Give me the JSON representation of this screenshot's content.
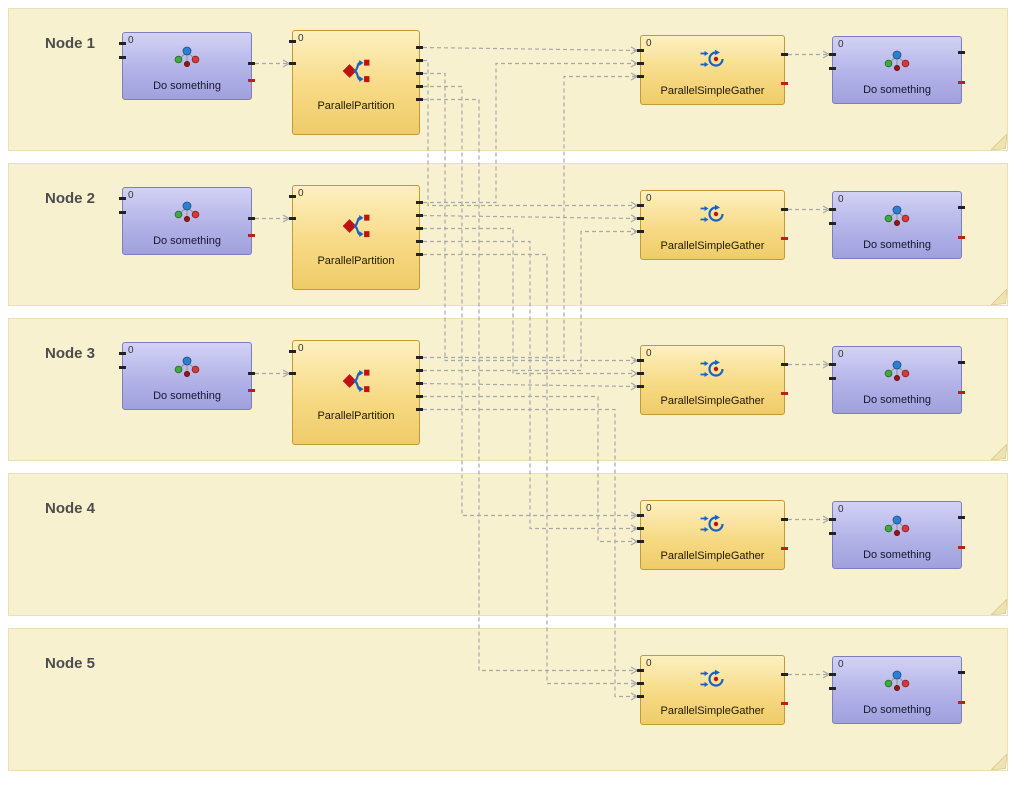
{
  "lanes": [
    {
      "label": "Node 1"
    },
    {
      "label": "Node 2"
    },
    {
      "label": "Node 3"
    },
    {
      "label": "Node 4"
    },
    {
      "label": "Node 5"
    }
  ],
  "blocks": [
    {
      "id": "src0",
      "type": "do-something",
      "label": "Do something",
      "count": "0"
    },
    {
      "id": "part0",
      "type": "parallel-partition",
      "label": "ParallelPartition",
      "count": "0"
    },
    {
      "id": "gat0",
      "type": "parallel-simple-gather",
      "label": "ParallelSimpleGather",
      "count": "0"
    },
    {
      "id": "sink0",
      "type": "do-something",
      "label": "Do something",
      "count": "0"
    },
    {
      "id": "src1",
      "type": "do-something",
      "label": "Do something",
      "count": "0"
    },
    {
      "id": "part1",
      "type": "parallel-partition",
      "label": "ParallelPartition",
      "count": "0"
    },
    {
      "id": "gat1",
      "type": "parallel-simple-gather",
      "label": "ParallelSimpleGather",
      "count": "0"
    },
    {
      "id": "sink1",
      "type": "do-something",
      "label": "Do something",
      "count": "0"
    },
    {
      "id": "src2",
      "type": "do-something",
      "label": "Do something",
      "count": "0"
    },
    {
      "id": "part2",
      "type": "parallel-partition",
      "label": "ParallelPartition",
      "count": "0"
    },
    {
      "id": "gat2",
      "type": "parallel-simple-gather",
      "label": "ParallelSimpleGather",
      "count": "0"
    },
    {
      "id": "sink2",
      "type": "do-something",
      "label": "Do something",
      "count": "0"
    },
    {
      "id": "gat3",
      "type": "parallel-simple-gather",
      "label": "ParallelSimpleGather",
      "count": "0"
    },
    {
      "id": "sink3",
      "type": "do-something",
      "label": "Do something",
      "count": "0"
    },
    {
      "id": "gat4",
      "type": "parallel-simple-gather",
      "label": "ParallelSimpleGather",
      "count": "0"
    },
    {
      "id": "sink4",
      "type": "do-something",
      "label": "Do something",
      "count": "0"
    }
  ],
  "connections": [
    {
      "from": "src0",
      "fromPort": "out",
      "to": "part0",
      "toPort": "in"
    },
    {
      "from": "src1",
      "fromPort": "out",
      "to": "part1",
      "toPort": "in"
    },
    {
      "from": "src2",
      "fromPort": "out",
      "to": "part2",
      "toPort": "in"
    },
    {
      "from": "part0",
      "fromPort": "out0",
      "to": "gat0",
      "toPort": "in0"
    },
    {
      "from": "part0",
      "fromPort": "out1",
      "to": "gat1",
      "toPort": "in0"
    },
    {
      "from": "part0",
      "fromPort": "out2",
      "to": "gat2",
      "toPort": "in0"
    },
    {
      "from": "part0",
      "fromPort": "out3",
      "to": "gat3",
      "toPort": "in0"
    },
    {
      "from": "part0",
      "fromPort": "out4",
      "to": "gat4",
      "toPort": "in0"
    },
    {
      "from": "part1",
      "fromPort": "out0",
      "to": "gat0",
      "toPort": "in1"
    },
    {
      "from": "part1",
      "fromPort": "out1",
      "to": "gat1",
      "toPort": "in1"
    },
    {
      "from": "part1",
      "fromPort": "out2",
      "to": "gat2",
      "toPort": "in1"
    },
    {
      "from": "part1",
      "fromPort": "out3",
      "to": "gat3",
      "toPort": "in1"
    },
    {
      "from": "part1",
      "fromPort": "out4",
      "to": "gat4",
      "toPort": "in1"
    },
    {
      "from": "part2",
      "fromPort": "out0",
      "to": "gat0",
      "toPort": "in2"
    },
    {
      "from": "part2",
      "fromPort": "out1",
      "to": "gat1",
      "toPort": "in2"
    },
    {
      "from": "part2",
      "fromPort": "out2",
      "to": "gat2",
      "toPort": "in2"
    },
    {
      "from": "part2",
      "fromPort": "out3",
      "to": "gat3",
      "toPort": "in2"
    },
    {
      "from": "part2",
      "fromPort": "out4",
      "to": "gat4",
      "toPort": "in2"
    },
    {
      "from": "gat0",
      "fromPort": "out",
      "to": "sink0",
      "toPort": "in"
    },
    {
      "from": "gat1",
      "fromPort": "out",
      "to": "sink1",
      "toPort": "in"
    },
    {
      "from": "gat2",
      "fromPort": "out",
      "to": "sink2",
      "toPort": "in"
    },
    {
      "from": "gat3",
      "fromPort": "out",
      "to": "sink3",
      "toPort": "in"
    },
    {
      "from": "gat4",
      "fromPort": "out",
      "to": "sink4",
      "toPort": "in"
    }
  ],
  "colors": {
    "lane_background": "#f8f1d0",
    "purple_block": "#b3b3e8",
    "yellow_block": "#f7da85",
    "wire": "#a8a8a8",
    "port": "#222222",
    "error_port": "#b92020"
  }
}
